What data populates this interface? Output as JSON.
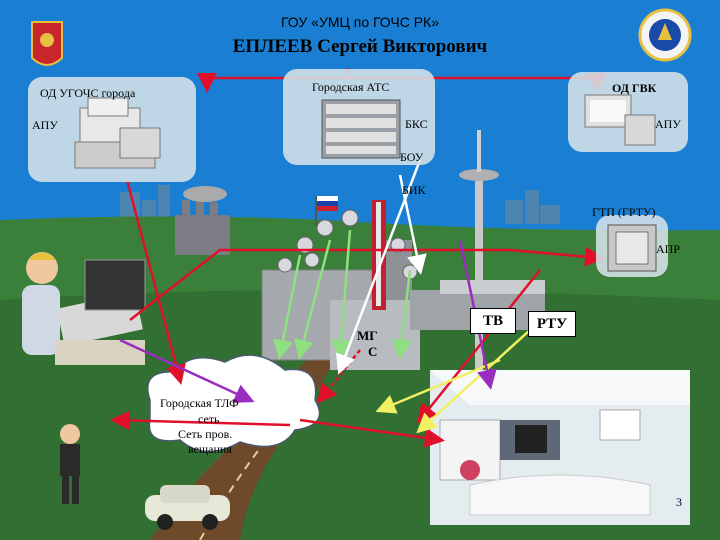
{
  "header": {
    "org": "ГОУ «УМЦ по ГОЧС РК»",
    "author": "ЕПЛЕЕВ Сергей Викторович"
  },
  "labels": {
    "od_ugochs": "ОД УГОЧС города",
    "apu_left": "АПУ",
    "city_ats": "Городская АТС",
    "bks": "БКС",
    "bou": "БОУ",
    "bik": "БИК",
    "od_gvk": "ОД ГВК",
    "apu_right": "АПУ",
    "gtp": "ГТП (ГРТУ)",
    "apr": "АПР",
    "tv": "ТВ",
    "rtu": "РТУ",
    "mg_line1": "МГ",
    "mg_line2": "С",
    "cloud_line1": "Городская ТЛФ",
    "cloud_line2": "сеть",
    "cloud_line3": "Сеть пров.",
    "cloud_line4": "вещания",
    "page_number": "3"
  },
  "colors": {
    "sky": "#1a7fd2",
    "ground": "#3a7f3a",
    "road": "#6e4a2a",
    "arrow_red": "#e0102a",
    "arrow_green": "#8fe080",
    "arrow_yellow": "#f0f060",
    "arrow_purple": "#9a2cc0",
    "arrow_white": "#ffffff"
  },
  "icons": [
    "rk-coat-of-arms-icon",
    "emercom-emblem-icon",
    "russia-flag-icon"
  ]
}
